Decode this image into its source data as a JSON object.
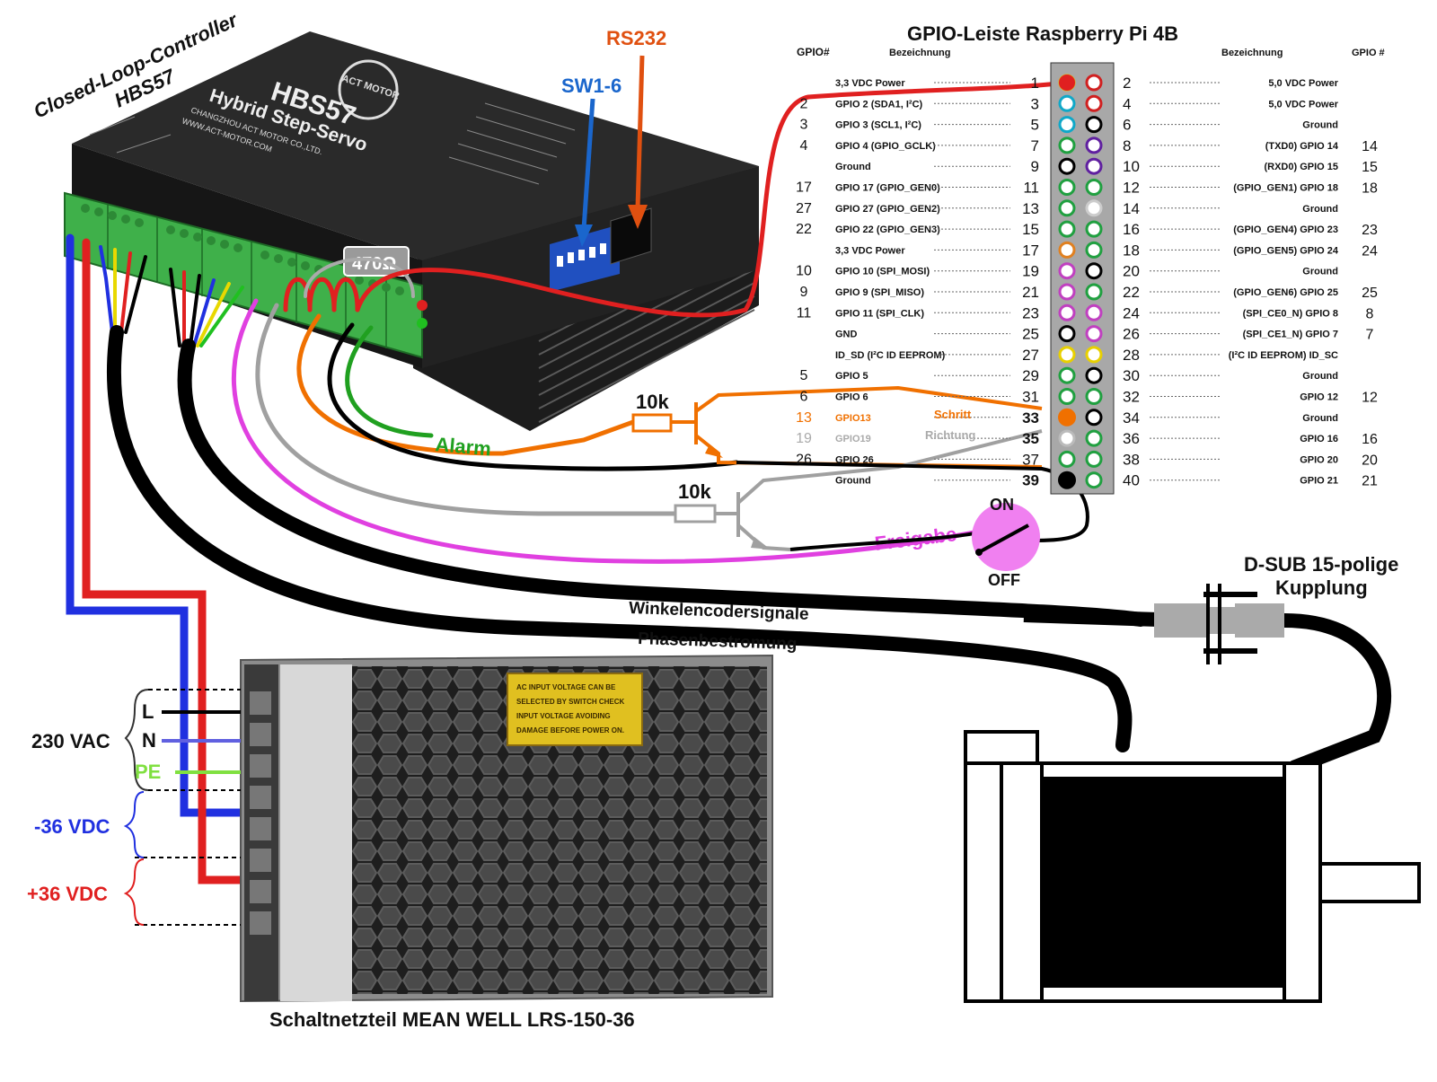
{
  "controller": {
    "title_line1": "Closed-Loop-Controller",
    "title_line2": "HBS57",
    "brand": "ACT MOTOR",
    "model": "HBS57",
    "subtitle": "Hybrid Step-Servo",
    "maker": "CHANGZHOU ACT MOTOR CO.,LTD.",
    "web": "WWW.ACT-MOTOR.COM",
    "sw_label": "SW1-6",
    "rs232_label": "RS232",
    "resistor_label": "470Ω"
  },
  "gpio": {
    "title": "GPIO-Leiste Raspberry Pi 4B",
    "hdr_gpio_left": "GPIO#",
    "hdr_name_left": "Bezeichnung",
    "hdr_name_right": "Bezeichnung",
    "hdr_gpio_right": "GPIO #",
    "rows": [
      {
        "lg": "",
        "ln": "3,3 VDC Power",
        "lp": "1",
        "rp": "2",
        "rn": "5,0 VDC Power",
        "rg": "",
        "lc": "#e8c000",
        "rc": "#d02020"
      },
      {
        "lg": "2",
        "ln": "GPIO 2 (SDA1, I²C)",
        "lp": "3",
        "rp": "4",
        "rn": "5,0 VDC Power",
        "rg": "",
        "lc": "#10a8c8",
        "rc": "#d02020"
      },
      {
        "lg": "3",
        "ln": "GPIO 3 (SCL1, I²C)",
        "lp": "5",
        "rp": "6",
        "rn": "Ground",
        "rg": "",
        "lc": "#10a8c8",
        "rc": "#000000"
      },
      {
        "lg": "4",
        "ln": "GPIO 4 (GPIO_GCLK)",
        "lp": "7",
        "rp": "8",
        "rn": "(TXD0) GPIO 14",
        "rg": "14",
        "lc": "#20a040",
        "rc": "#6020a0"
      },
      {
        "lg": "",
        "ln": "Ground",
        "lp": "9",
        "rp": "10",
        "rn": "(RXD0) GPIO 15",
        "rg": "15",
        "lc": "#000000",
        "rc": "#6020a0"
      },
      {
        "lg": "17",
        "ln": "GPIO 17 (GPIO_GEN0)",
        "lp": "11",
        "rp": "12",
        "rn": "(GPIO_GEN1) GPIO 18",
        "rg": "18",
        "lc": "#20a040",
        "rc": "#20a040"
      },
      {
        "lg": "27",
        "ln": "GPIO 27 (GPIO_GEN2)",
        "lp": "13",
        "rp": "14",
        "rn": "Ground",
        "rg": "",
        "lc": "#20a040",
        "rc": "#cccccc"
      },
      {
        "lg": "22",
        "ln": "GPIO 22 (GPIO_GEN3)",
        "lp": "15",
        "rp": "16",
        "rn": "(GPIO_GEN4) GPIO 23",
        "rg": "23",
        "lc": "#20a040",
        "rc": "#20a040"
      },
      {
        "lg": "",
        "ln": "3,3 VDC Power",
        "lp": "17",
        "rp": "18",
        "rn": "(GPIO_GEN5) GPIO 24",
        "rg": "24",
        "lc": "#e08020",
        "rc": "#20a040"
      },
      {
        "lg": "10",
        "ln": "GPIO 10 (SPI_MOSI)",
        "lp": "19",
        "rp": "20",
        "rn": "Ground",
        "rg": "",
        "lc": "#c040c0",
        "rc": "#000000"
      },
      {
        "lg": "9",
        "ln": "GPIO 9 (SPI_MISO)",
        "lp": "21",
        "rp": "22",
        "rn": "(GPIO_GEN6) GPIO 25",
        "rg": "25",
        "lc": "#c040c0",
        "rc": "#20a040"
      },
      {
        "lg": "11",
        "ln": "GPIO 11 (SPI_CLK)",
        "lp": "23",
        "rp": "24",
        "rn": "(SPI_CE0_N) GPIO 8",
        "rg": "8",
        "lc": "#c040c0",
        "rc": "#c040c0"
      },
      {
        "lg": "",
        "ln": "GND",
        "lp": "25",
        "rp": "26",
        "rn": "(SPI_CE1_N) GPIO 7",
        "rg": "7",
        "lc": "#000000",
        "rc": "#c040c0"
      },
      {
        "lg": "",
        "ln": "ID_SD (I²C ID EEPROM)",
        "lp": "27",
        "rp": "28",
        "rn": "(I²C ID EEPROM) ID_SC",
        "rg": "",
        "lc": "#e8d000",
        "rc": "#e8d000"
      },
      {
        "lg": "5",
        "ln": "GPIO 5",
        "lp": "29",
        "rp": "30",
        "rn": "Ground",
        "rg": "",
        "lc": "#20a040",
        "rc": "#000000"
      },
      {
        "lg": "6",
        "ln": "GPIO 6",
        "lp": "31",
        "rp": "32",
        "rn": "GPIO 12",
        "rg": "12",
        "lc": "#20a040",
        "rc": "#20a040"
      },
      {
        "lg": "13",
        "ln": "GPIO13",
        "lp": "33",
        "rp": "34",
        "rn": "Ground",
        "rg": "",
        "lc": "#f07000",
        "rc": "#000000"
      },
      {
        "lg": "19",
        "ln": "GPIO19",
        "lp": "35",
        "rp": "36",
        "rn": "GPIO 16",
        "rg": "16",
        "lc": "#bbbbbb",
        "rc": "#20a040"
      },
      {
        "lg": "26",
        "ln": "GPIO 26",
        "lp": "37",
        "rp": "38",
        "rn": "GPIO 20",
        "rg": "20",
        "lc": "#20a040",
        "rc": "#20a040"
      },
      {
        "lg": "",
        "ln": "Ground",
        "lp": "39",
        "rp": "40",
        "rn": "GPIO 21",
        "rg": "21",
        "lc": "#000000",
        "rc": "#20a040"
      }
    ],
    "schritt": "Schritt",
    "richtung": "Richtung"
  },
  "circuit": {
    "r1": "10k",
    "r2": "10k",
    "alarm": "Alarm",
    "freigabe": "Freigabe",
    "on": "ON",
    "off": "OFF"
  },
  "cables": {
    "encoder": "Winkelencodersignale",
    "phase": "Phasenbestromung",
    "dsub_line1": "D-SUB 15-polige",
    "dsub_line2": "Kupplung"
  },
  "psu": {
    "caption": "Schaltnetzteil MEAN WELL  LRS-150-36",
    "warning_line1": "AC INPUT VOLTAGE CAN BE",
    "warning_line2": "SELECTED BY SWITCH CHECK",
    "warning_line3": "INPUT VOLTAGE AVOIDING",
    "warning_line4": "DAMAGE BEFORE POWER ON.",
    "vac": "230 VAC",
    "l": "L",
    "n": "N",
    "pe": "PE",
    "neg": "-36 VDC",
    "pos": "+36 VDC"
  },
  "colors": {
    "red": "#e02020",
    "blue": "#2030e0",
    "orange": "#f07000",
    "magenta": "#e040e0",
    "green": "#20a020",
    "gray": "#a0a0a0",
    "pe_green": "#80e040"
  }
}
